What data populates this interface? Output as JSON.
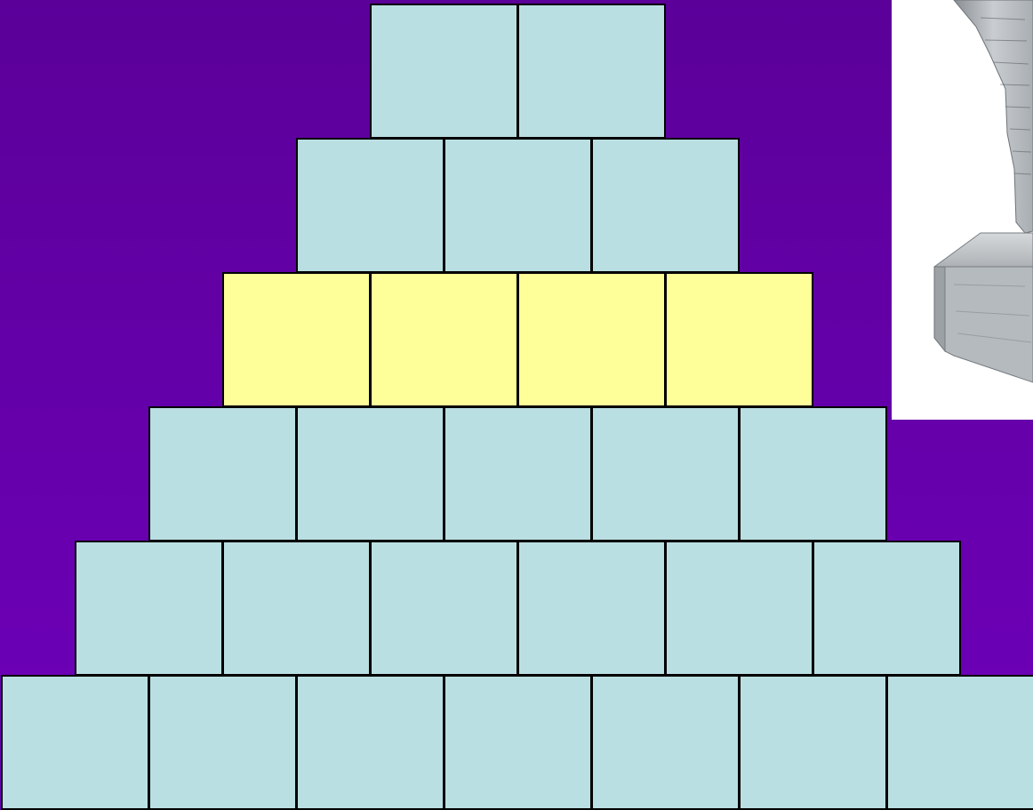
{
  "colors": {
    "background_top": "#5b0099",
    "background_bottom": "#6e00ba",
    "brick_default": "#badfe2",
    "brick_highlight": "#ffff99",
    "brick_border": "#000000"
  },
  "pyramid": {
    "rows": [
      {
        "brick_count": 2,
        "state": "default"
      },
      {
        "brick_count": 3,
        "state": "default"
      },
      {
        "brick_count": 4,
        "state": "highlighted"
      },
      {
        "brick_count": 5,
        "state": "default"
      },
      {
        "brick_count": 6,
        "state": "default"
      },
      {
        "brick_count": 7,
        "state": "default"
      }
    ]
  },
  "photo": {
    "subject": "statue-base-photo"
  }
}
